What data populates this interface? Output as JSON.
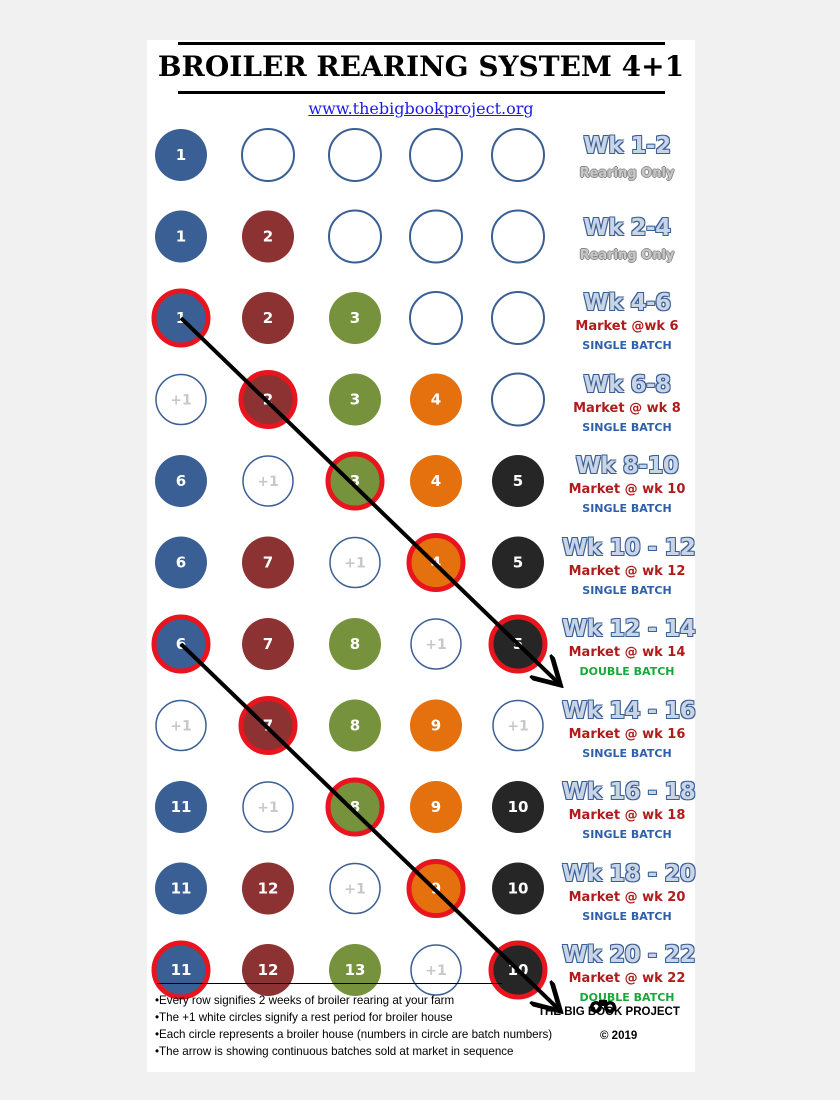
{
  "header": {
    "title": "BROILER REARING SYSTEM 4+1",
    "url": "www.thebigbookproject.org"
  },
  "colors": {
    "house1": "#3a5f94",
    "house2": "#8c3232",
    "house3": "#76923c",
    "house4": "#e4700e",
    "house5": "#262626",
    "rest_outline": "#3a5f94",
    "market_ring": "#e8141e",
    "arrow": "#000000"
  },
  "rows": [
    {
      "period": "Wk 1-2",
      "subtitle": "Rearing Only",
      "houses": [
        "1",
        "",
        "",
        "",
        ""
      ],
      "market_house": null
    },
    {
      "period": "Wk 2-4",
      "subtitle": "Rearing Only",
      "houses": [
        "1",
        "2",
        "",
        "",
        ""
      ],
      "market_house": null
    },
    {
      "period": "Wk 4-6",
      "market": "Market @wk 6",
      "batch": "SINGLE BATCH",
      "houses": [
        "1",
        "2",
        "3",
        "",
        ""
      ],
      "market_house": 1
    },
    {
      "period": "Wk 6-8",
      "market": "Market @ wk 8",
      "batch": "SINGLE BATCH",
      "houses": [
        "+1",
        "2",
        "3",
        "4",
        ""
      ],
      "market_house": 2
    },
    {
      "period": "Wk 8-10",
      "market": "Market @ wk 10",
      "batch": "SINGLE BATCH",
      "houses": [
        "6",
        "+1",
        "3",
        "4",
        "5"
      ],
      "market_house": 3
    },
    {
      "period": "Wk 10 - 12",
      "market": "Market @ wk 12",
      "batch": "SINGLE BATCH",
      "houses": [
        "6",
        "7",
        "+1",
        "4",
        "5"
      ],
      "market_house": 4
    },
    {
      "period": "Wk 12 - 14",
      "market": "Market @ wk 14",
      "batch": "DOUBLE BATCH",
      "houses": [
        "6",
        "7",
        "8",
        "+1",
        "5"
      ],
      "market_house": 5,
      "also_starts_arrow_at_house": 1
    },
    {
      "period": "Wk 14 - 16",
      "market": "Market @ wk 16",
      "batch": "SINGLE BATCH",
      "houses": [
        "+1",
        "7",
        "8",
        "9",
        "+1"
      ],
      "market_house": 2
    },
    {
      "period": "Wk 16 - 18",
      "market": "Market @ wk 18",
      "batch": "SINGLE BATCH",
      "houses": [
        "11",
        "+1",
        "8",
        "9",
        "10"
      ],
      "market_house": 3
    },
    {
      "period": "Wk 18 - 20",
      "market": "Market @ wk 20",
      "batch": "SINGLE BATCH",
      "houses": [
        "11",
        "12",
        "+1",
        "9",
        "10"
      ],
      "market_house": 4
    },
    {
      "period": "Wk 20 - 22",
      "market": "Market @ wk 22",
      "batch": "DOUBLE BATCH",
      "houses": [
        "11",
        "12",
        "13",
        "+1",
        "10"
      ],
      "market_house": 5,
      "extra_market_house": 1
    }
  ],
  "notes": [
    "•Every row signifies 2 weeks of broiler rearing at your farm",
    "•The +1 white circles signify a rest period for broiler house",
    "•Each circle represents a broiler house (numbers in circle are batch numbers)",
    "•The arrow is showing continuous batches sold at market in sequence"
  ],
  "footer": {
    "brand": "THE BIG BOOK PROJECT",
    "copyright": "© 2019",
    "logo_icon": "binoculars-icon"
  }
}
